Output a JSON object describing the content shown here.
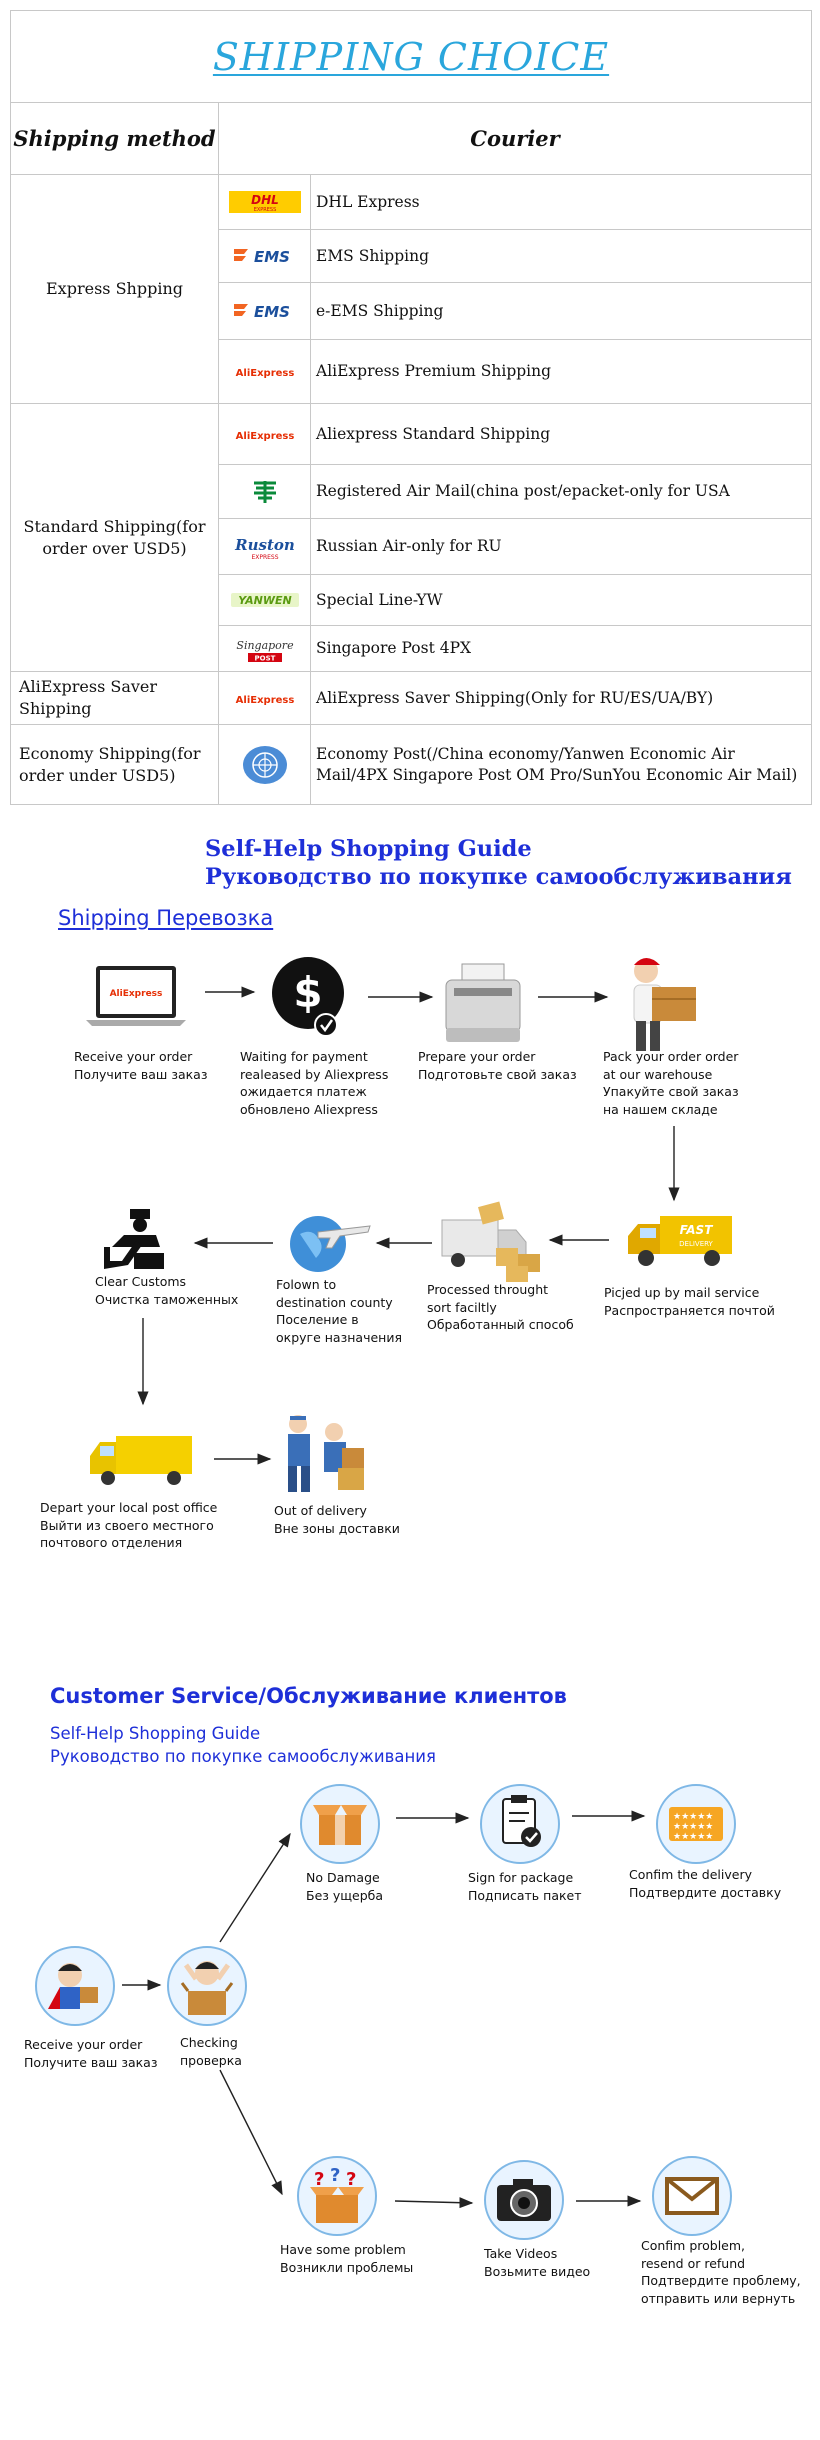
{
  "table": {
    "title": "SHIPPING CHOICE",
    "header": {
      "method": "Shipping method",
      "courier": "Courier"
    },
    "rows": {
      "express": {
        "method": "Express Shpping",
        "couriers": [
          "DHL Express",
          "EMS Shipping",
          "e-EMS Shipping",
          "AliExpress Premium Shipping"
        ]
      },
      "standard": {
        "method": "Standard Shipping(for order over USD5)",
        "couriers": [
          "Aliexpress Standard Shipping",
          "Registered Air Mail(china post/epacket-only for USA",
          "Russian Air-only for RU",
          "Special Line-YW",
          "Singapore Post 4PX"
        ]
      },
      "saver": {
        "method": "AliExpress Saver Shipping",
        "couriers": [
          "AliExpress Saver Shipping(Only for RU/ES/UA/BY)"
        ]
      },
      "economy": {
        "method": "Economy Shipping(for order under USD5)",
        "couriers": [
          "Economy Post(/China economy/Yanwen Economic Air Mail/4PX Singapore Post OM Pro/SunYou Economic Air Mail)"
        ]
      }
    },
    "logos": {
      "dhl": "DHL",
      "dhl_sub": "EXPRESS",
      "ems": "EMS",
      "aliexpress": "AliExpress",
      "ruston": "Ruston",
      "ruston_sub": "EXPRESS",
      "yanwen": "YANWEN",
      "singapore": "Singapore",
      "singapore_sub": "POST"
    }
  },
  "guide": {
    "title_en": "Self-Help Shopping Guide",
    "title_ru": "Руководство по покупке самообслуживания",
    "shipping_heading": "Shipping  Перевозка",
    "laptop_brand": "AliExpress",
    "truck_label": "FAST",
    "truck_sub": "DELIVERY",
    "steps": {
      "s1": [
        "Receive your order",
        "Получите ваш заказ"
      ],
      "s2": [
        "Waiting for payment",
        "realeased by Aliexpress",
        "ожидается платеж",
        "обновлено Aliexpress"
      ],
      "s3": [
        "Prepare your order",
        "Подготовьте свой заказ"
      ],
      "s4": [
        "Pack your order order",
        "at our warehouse",
        "Упакуйте свой заказ",
        "на нашем складе"
      ],
      "s5": [
        "Picjed up by mail service",
        "Распространяется почтой"
      ],
      "s6": [
        "Processed throught",
        "sort faciltly",
        "Обработанный способ"
      ],
      "s7": [
        "Folown to",
        "destination county",
        "Поселение в",
        "округе назначения"
      ],
      "s8": [
        "Clear Customs",
        "Очистка таможенных"
      ],
      "s9": [
        "Depart your local post office",
        "Выйти из своего местного",
        "почтового отделения"
      ],
      "s10": [
        "Out of delivery",
        "Вне зоны доставки"
      ]
    }
  },
  "service": {
    "title": "Customer Service/Обслуживание клиентов",
    "sub_en": "Self-Help Shopping Guide",
    "sub_ru": "Руководство по покупке самообслуживания",
    "steps": {
      "receive": [
        "Receive your order",
        "Получите ваш заказ"
      ],
      "checking": [
        "Checking",
        "проверка"
      ],
      "no_damage": [
        "No Damage",
        "Без ущерба"
      ],
      "sign": [
        "Sign for package",
        "Подписать пакет"
      ],
      "confirm": [
        "Confim the delivery",
        "Подтвердите доставку"
      ],
      "problem": [
        "Have some problem",
        "Возникли проблемы"
      ],
      "videos": [
        "Take Videos",
        "Возьмите видео"
      ],
      "resolve": [
        "Confim problem,",
        "resend or refund",
        "Подтвердите проблему,",
        "отправить или вернуть"
      ]
    }
  },
  "colors": {
    "title_blue": "#2aa6dc",
    "heading_blue": "#1e2fd8",
    "dhl_yellow": "#ffcc00",
    "dhl_red": "#d40511",
    "ems_blue": "#1b4f9c",
    "ems_orange": "#f26522",
    "ali_red": "#e62e04",
    "box_brown": "#c98a3a",
    "truck_yellow": "#f2c300"
  }
}
